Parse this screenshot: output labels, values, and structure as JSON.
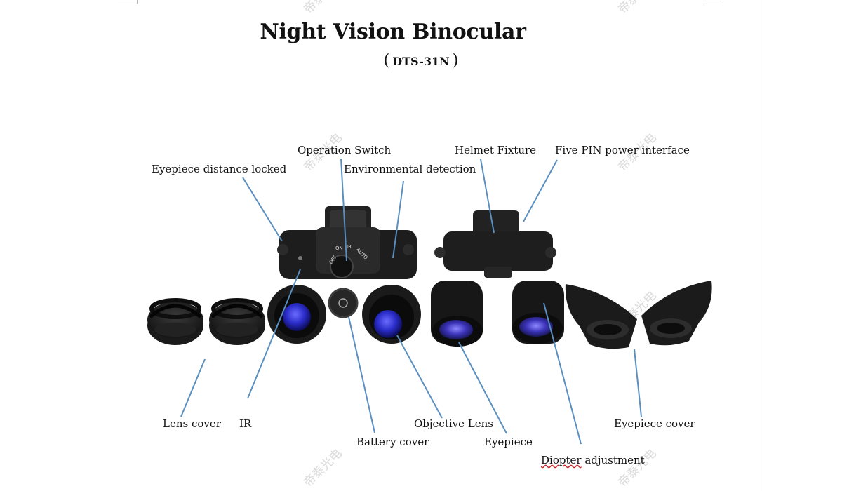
{
  "document": {
    "title": "Night Vision Binocular",
    "subtitle_model": "DTS-31N",
    "subtitle_open": "(",
    "subtitle_close": ")",
    "watermark_text": "帝泰光电"
  },
  "device_text": {
    "off": "OFF",
    "on": "ON",
    "ir": "IR",
    "auto": "AUTO"
  },
  "labels": {
    "operation_switch": "Operation Switch",
    "helmet_fixture": "Helmet Fixture",
    "five_pin": "Five PIN power interface",
    "eyepiece_distance": "Eyepiece distance locked",
    "environmental": "Environmental detection",
    "lens_cover": "Lens cover",
    "ir": "IR",
    "objective_lens": "Objective Lens",
    "eyepiece_cover": "Eyepiece cover",
    "battery_cover": "Battery cover",
    "eyepiece": "Eyepiece",
    "diopter_prefix": "Diopter",
    "diopter_suffix": " adjustment"
  },
  "colors": {
    "leader_line": "#5a8fc0",
    "lens_blue": "#2a2cc8",
    "device_body": "#1c1c1c",
    "text": "#111111",
    "watermark": "#d9d9d9"
  }
}
